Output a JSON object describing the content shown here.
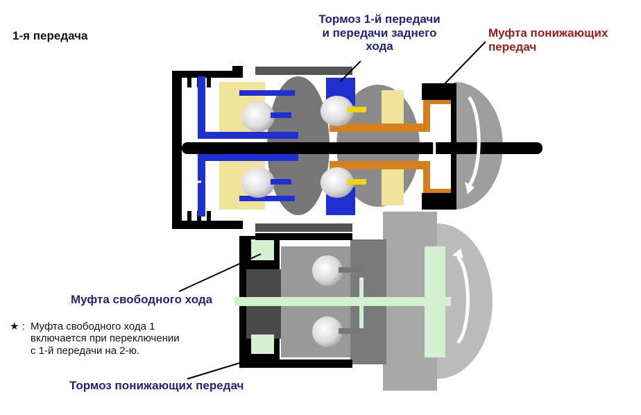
{
  "title": "1-я передача",
  "labels": {
    "brake_first_reverse": [
      "Тормоз 1-й передачи",
      "и передачи заднего",
      "хода"
    ],
    "clutch_downshift": [
      "Муфта понижающих",
      "передач"
    ],
    "freewheel_clutch": "Муфта свободного хода",
    "brake_downshift": "Тормоз понижающих передач"
  },
  "note": {
    "marker": "★ :",
    "lines": [
      "Муфта свободного хода 1",
      "включается при переключении",
      "с 1-й передачи на 2-ю."
    ]
  },
  "colors": {
    "housing": "#000000",
    "input_blue": "#1f2fd0",
    "output_orange": "#d4801f",
    "yellow_part": "#f0e39a",
    "freewheel_green": "#d3f0d0",
    "gear_gray": "#8c8c8c",
    "label_blue": "#22227a",
    "label_red": "#9b1b1b"
  }
}
